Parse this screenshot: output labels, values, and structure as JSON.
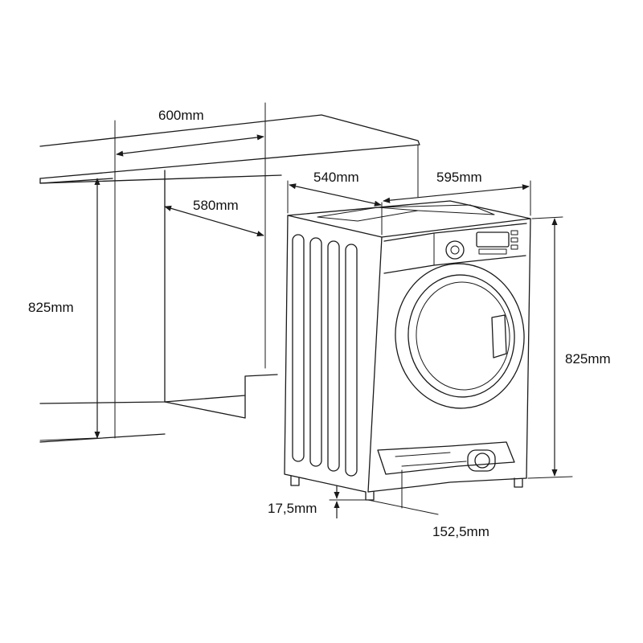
{
  "dimensions": {
    "niche_width": "600mm",
    "niche_depth": "580mm",
    "niche_height": "825mm",
    "machine_depth": "540mm",
    "machine_width": "595mm",
    "machine_height": "825mm",
    "foot_height": "17,5mm",
    "foot_setback": "152,5mm"
  },
  "colors": {
    "line": "#1a1a1a",
    "background": "#ffffff"
  }
}
